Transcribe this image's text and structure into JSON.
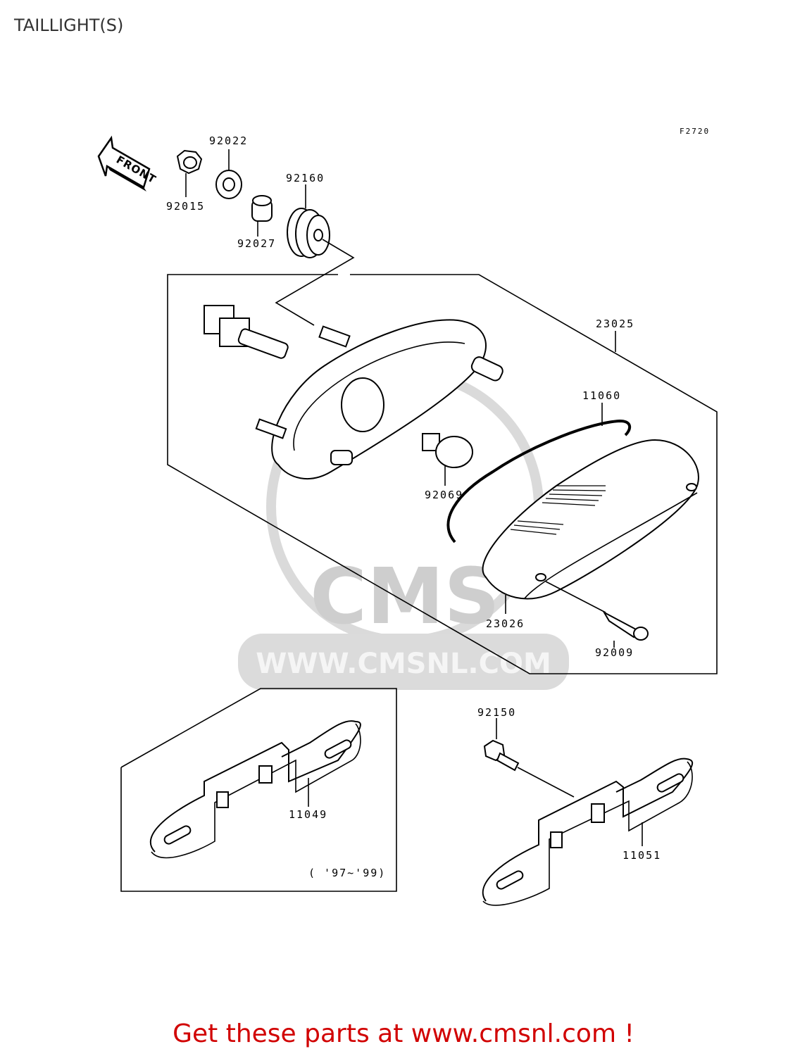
{
  "page": {
    "title": "TAILLIGHT(S)",
    "figure_code": "F2720",
    "footer": "Get these parts at www.cmsnl.com !"
  },
  "orientation": {
    "label": "FRONT",
    "icon": "front-arrow-icon"
  },
  "parts": [
    {
      "number": "92015"
    },
    {
      "number": "92022"
    },
    {
      "number": "92160"
    },
    {
      "number": "92027"
    },
    {
      "number": "23025"
    },
    {
      "number": "11060"
    },
    {
      "number": "92069"
    },
    {
      "number": "23026"
    },
    {
      "number": "92009"
    },
    {
      "number": "92150"
    },
    {
      "number": "11049"
    },
    {
      "number": "11051"
    }
  ],
  "year_note": "( '97~'99)",
  "watermark": {
    "brand": "CMS",
    "url": "WWW.CMSNL.COM"
  }
}
